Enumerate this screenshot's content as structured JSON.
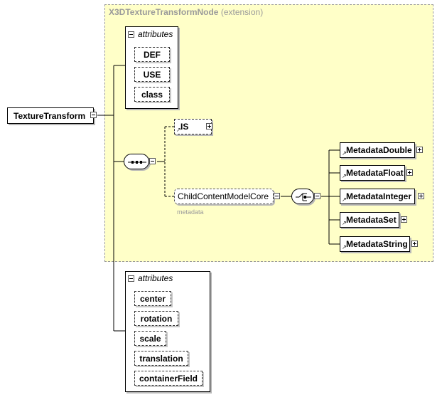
{
  "extension": {
    "name": "X3DTextureTransformNode",
    "suffix": "(extension)"
  },
  "root": {
    "label": "TextureTransform"
  },
  "top_attributes": {
    "heading": "attributes",
    "items": [
      "DEF",
      "USE",
      "class"
    ]
  },
  "is_node": {
    "label": "IS"
  },
  "child_group": {
    "label": "ChildContentModelCore",
    "note": "metadata"
  },
  "metadata_nodes": [
    "MetadataDouble",
    "MetadataFloat",
    "MetadataInteger",
    "MetadataSet",
    "MetadataString"
  ],
  "bottom_attributes": {
    "heading": "attributes",
    "items": [
      "center",
      "rotation",
      "scale",
      "translation",
      "containerField"
    ]
  },
  "colors": {
    "extension_bg": "#ffffc8",
    "extension_border": "#9a9a9a",
    "line": "#000000"
  },
  "icons": {
    "sequence": "sequence-compositor-icon",
    "choice": "choice-compositor-icon",
    "expand": "plus-icon",
    "collapse": "minus-icon"
  }
}
